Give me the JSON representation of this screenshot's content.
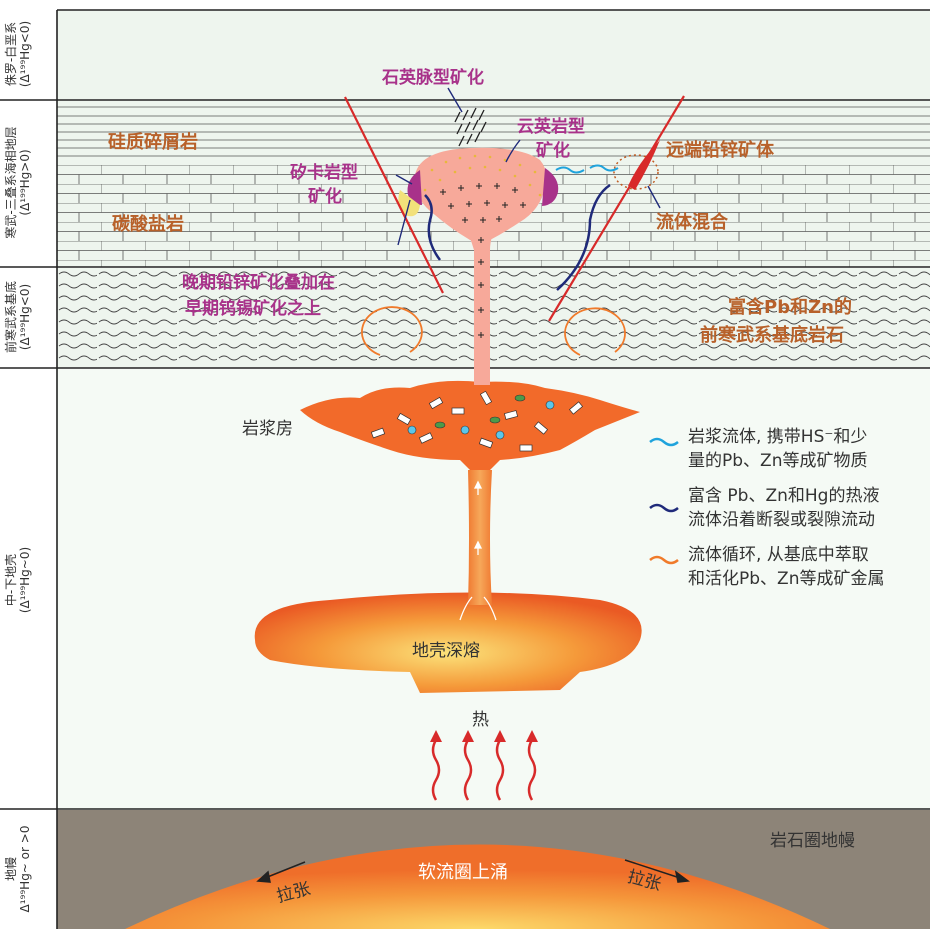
{
  "layers": {
    "jurassic": "侏罗-白垩系",
    "jurassic_sub": "(Δ¹⁹⁹Hg<0)",
    "cambrian_triassic": "寒武-三叠系海相地层",
    "cambrian_triassic_sub": "(Δ¹⁹⁹Hg>0)",
    "precambrian": "前寒武系基底",
    "precambrian_sub": "(Δ¹⁹⁹Hg<0)",
    "crust": "中-下地壳",
    "crust_sub": "(Δ¹⁹⁹Hg~0)",
    "mantle": "地幔",
    "mantle_sub": "Δ¹⁹⁹Hg~ or >0"
  },
  "labels": {
    "quartz_vein": "石英脉型矿化",
    "greisen_1": "云英岩型",
    "greisen_2": "矿化",
    "distal_pbzn": "远端铅锌矿体",
    "siliciclastic": "硅质碎屑岩",
    "skarn_1": "矽卡岩型",
    "skarn_2": "矿化",
    "carbonate": "碳酸盐岩",
    "fluid_mixing": "流体混合",
    "late_1": "晚期铅锌矿化叠加在",
    "late_2": "早期钨锡矿化之上",
    "rich_1": "富含Pb和Zn的",
    "rich_2": "前寒武系基底岩石",
    "magma_chamber": "岩浆房",
    "crust_melting": "地壳深熔",
    "heat": "热",
    "lithosphere": "岩石圈地幔",
    "asthenosphere": "软流圈上涌",
    "extension_left": "拉张",
    "extension_right": "拉张"
  },
  "legend": [
    {
      "line1": "岩浆流体, 携带HS⁻和少",
      "line2": "量的Pb、Zn等成矿物质",
      "color": "#1fa3dc"
    },
    {
      "line1": "富含 Pb、Zn和Hg的热液",
      "line2": "流体沿着断裂或裂隙流动",
      "color": "#1f2a7a"
    },
    {
      "line1": "流体循环, 从基底中萃取",
      "line2": "和活化Pb、Zn等成矿金属",
      "color": "#f07a2a"
    }
  ],
  "colors": {
    "strata": "#eef5ee",
    "magma": "#f26a2a",
    "pluton": "#f7a99a",
    "mantle": "#8d8478",
    "fault": "#d82a2a"
  }
}
